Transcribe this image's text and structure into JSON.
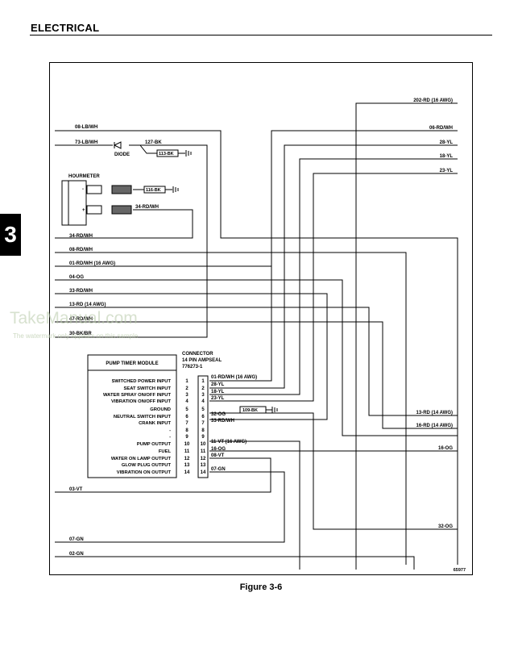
{
  "header": {
    "title": "ELECTRICAL",
    "chapter": "3"
  },
  "figure": {
    "caption": "Figure 3-6",
    "number": "65977"
  },
  "watermark": {
    "main": "TakeManual.com",
    "sub": "The watermark only appears on this sample"
  },
  "components": {
    "diode": "DIODE",
    "hourmeter": "HOURMETER",
    "hourmeter_minus": "-",
    "hourmeter_plus": "+",
    "module_title": "PUMP TIMER MODULE",
    "connector_title": "CONNECTOR",
    "connector_sub1": "14 PIN AMPSEAL",
    "connector_sub2": "776273-1"
  },
  "left_wires": [
    "08-LB/WH",
    "73-LB/WH",
    "127-BK",
    "113-BK",
    "116-BK",
    "34-RD/WH",
    "34-RD/WH",
    "08-RD/WH",
    "01-RD/WH (16 AWG)",
    "04-OG",
    "33-RD/WH",
    "13-RD (14 AWG)",
    "47-RD/WH",
    "30-BK/BR",
    "03-VT",
    "07-GN",
    "02-GN"
  ],
  "right_wires": [
    "202-RD (16 AWG)",
    "06-RD/WH",
    "28-YL",
    "18-YL",
    "23-YL",
    "13-RD (14 AWG)",
    "16-RD (14 AWG)",
    "16-OG",
    "32-OG"
  ],
  "module_inputs": [
    "SWITCHED POWER INPUT",
    "SEAT SWITCH INPUT",
    "WATER SPRAY ON/OFF INPUT",
    "VIBRATION ON/OFF INPUT",
    "GROUND",
    "NEUTRAL SWITCH INPUT",
    "CRANK INPUT",
    "-",
    "-",
    "PUMP OUTPUT",
    "FUEL",
    "WATER ON LAMP OUTPUT",
    "GLOW PLUG OUTPUT",
    "VIBRATION ON OUTPUT"
  ],
  "pins": [
    "1",
    "2",
    "3",
    "4",
    "5",
    "6",
    "7",
    "8",
    "9",
    "10",
    "11",
    "12",
    "13",
    "14"
  ],
  "connector_wires": [
    "01-RD/WH (16 AWG)",
    "28-YL",
    "18-YL",
    "23-YL",
    "32-OG",
    "109-BK",
    "33-RD/WH",
    "11-VT (16 AWG)",
    "16-OG",
    "08-VT",
    "07-GN"
  ]
}
